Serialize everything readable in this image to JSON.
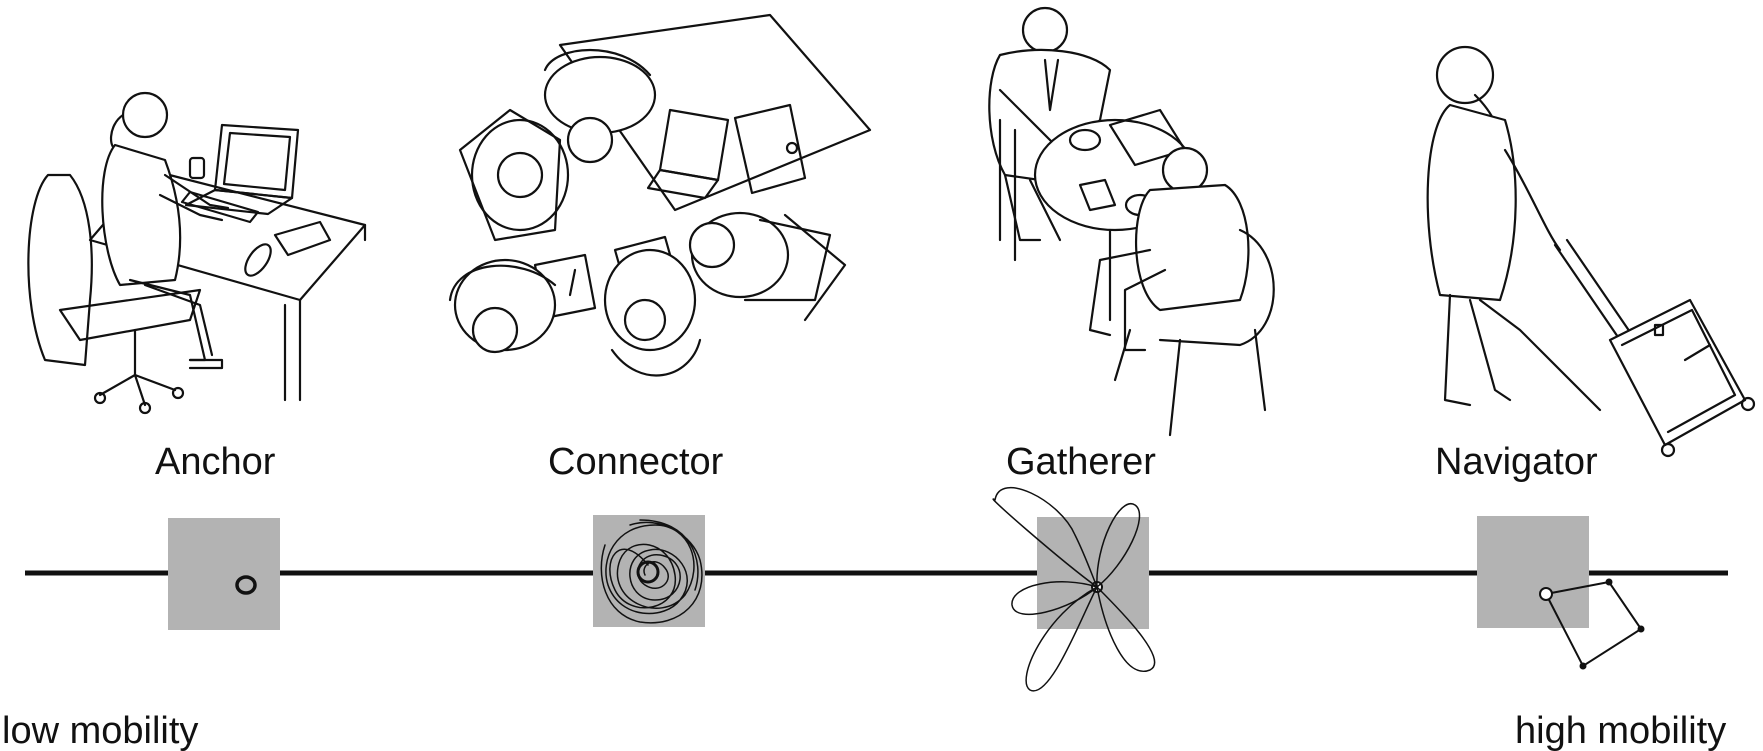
{
  "diagram": {
    "personas": [
      {
        "id": "anchor",
        "label": "Anchor",
        "mobility_pattern": "stationary point"
      },
      {
        "id": "connector",
        "label": "Connector",
        "mobility_pattern": "dense local scribble"
      },
      {
        "id": "gatherer",
        "label": "Gatherer",
        "mobility_pattern": "petal loops from a hub"
      },
      {
        "id": "navigator",
        "label": "Navigator",
        "mobility_pattern": "wide route between points"
      }
    ],
    "axis": {
      "left_label": "low mobility",
      "right_label": "high mobility"
    },
    "colors": {
      "background": "#dfe8f8",
      "panel": "#ffffff",
      "ink": "#111111",
      "pattern_box": "#b3b3b3"
    },
    "illustrations": [
      "woman-at-laptop-desk",
      "group-meeting-top-view",
      "people-at-round-cafe-table",
      "woman-with-rolling-suitcase"
    ]
  }
}
